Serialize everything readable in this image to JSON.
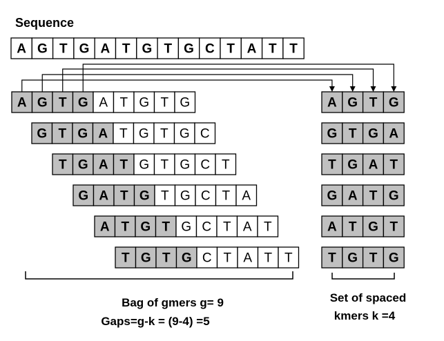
{
  "title": "Sequence",
  "sequence": [
    "A",
    "G",
    "T",
    "G",
    "A",
    "T",
    "G",
    "T",
    "G",
    "C",
    "T",
    "A",
    "T",
    "T"
  ],
  "gmers": [
    {
      "letters": [
        "A",
        "G",
        "T",
        "G",
        "A",
        "T",
        "G",
        "T",
        "G"
      ],
      "shaded": [
        0,
        1,
        2,
        3
      ]
    },
    {
      "letters": [
        "G",
        "T",
        "G",
        "A",
        "T",
        "G",
        "T",
        "G",
        "C"
      ],
      "shaded": [
        0,
        1,
        2,
        3
      ]
    },
    {
      "letters": [
        "T",
        "G",
        "A",
        "T",
        "G",
        "T",
        "G",
        "C",
        "T"
      ],
      "shaded": [
        0,
        1,
        2,
        3
      ]
    },
    {
      "letters": [
        "G",
        "A",
        "T",
        "G",
        "T",
        "G",
        "C",
        "T",
        "A"
      ],
      "shaded": [
        0,
        1,
        2,
        3
      ]
    },
    {
      "letters": [
        "A",
        "T",
        "G",
        "T",
        "G",
        "C",
        "T",
        "A",
        "T"
      ],
      "shaded": [
        0,
        1,
        2,
        3
      ]
    },
    {
      "letters": [
        "T",
        "G",
        "T",
        "G",
        "C",
        "T",
        "A",
        "T",
        "T"
      ],
      "shaded": [
        0,
        1,
        2,
        3
      ]
    }
  ],
  "kmers": [
    [
      "A",
      "G",
      "T",
      "G"
    ],
    [
      "G",
      "T",
      "G",
      "A"
    ],
    [
      "T",
      "G",
      "A",
      "T"
    ],
    [
      "G",
      "A",
      "T",
      "G"
    ],
    [
      "A",
      "T",
      "G",
      "T"
    ],
    [
      "T",
      "G",
      "T",
      "G"
    ]
  ],
  "bag_label_line1": "Bag of gmers g= 9",
  "bag_label_line2": "Gaps=g-k = (9-4) =5",
  "set_label_line1": "Set of spaced",
  "set_label_line2": "kmers k =4",
  "colors": {
    "shade": "#c0c0c0",
    "cell": "#ffffff",
    "stroke": "#000000"
  }
}
